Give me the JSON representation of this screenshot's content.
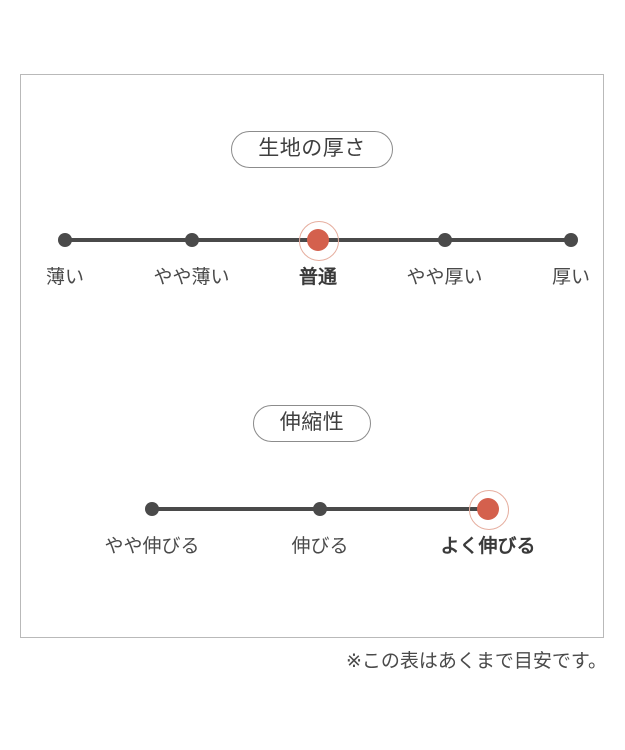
{
  "chart_data": {
    "type": "table",
    "title": "",
    "note": "※この表はあくまで目安です。",
    "accent_color": "#d4604d",
    "dot_color": "#4a4a4a",
    "halo_color": "#e6ae9f",
    "border_color": "#b9b9b9",
    "scales": [
      {
        "name": "生地の厚さ",
        "categories": [
          "薄い",
          "やや薄い",
          "普通",
          "やや厚い",
          "厚い"
        ],
        "selected_index": 2,
        "selected_label": "普通"
      },
      {
        "name": "伸縮性",
        "categories": [
          "やや伸びる",
          "伸びる",
          "よく伸びる"
        ],
        "selected_index": 2,
        "selected_label": "よく伸びる"
      }
    ]
  },
  "panel": {
    "thickness": {
      "pill_label": "生地の厚さ",
      "ticks": [
        {
          "label": "薄い",
          "selected": false
        },
        {
          "label": "やや薄い",
          "selected": false
        },
        {
          "label": "普通",
          "selected": true
        },
        {
          "label": "やや厚い",
          "selected": false
        },
        {
          "label": "厚い",
          "selected": false
        }
      ]
    },
    "stretch": {
      "pill_label": "伸縮性",
      "ticks": [
        {
          "label": "やや伸びる",
          "selected": false
        },
        {
          "label": "伸びる",
          "selected": false
        },
        {
          "label": "よく伸びる",
          "selected": true
        }
      ]
    }
  },
  "footnote": {
    "text": "※この表はあくまで目安です。"
  }
}
